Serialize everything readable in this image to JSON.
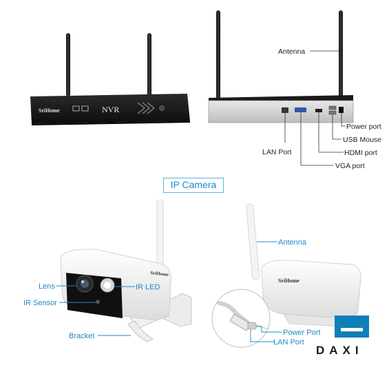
{
  "nvr_front": {
    "brand": "SriHome",
    "model": "NVR"
  },
  "nvr_back": {
    "labels": {
      "antenna": "Antenna",
      "power_port": "Power port",
      "usb_mouse": "USB Mouse",
      "hdmi_port": "HDMI port",
      "vga_port": "VGA port",
      "lan_port": "LAN Port"
    }
  },
  "section_title": "IP Camera",
  "camera_front": {
    "brand": "SriHome",
    "labels": {
      "lens": "Lens",
      "ir_led": "IR LED",
      "ir_sensor": "IR Sensor",
      "bracket": "Bracket"
    }
  },
  "camera_back": {
    "brand": "SriHome",
    "labels": {
      "antenna": "Antenna",
      "power_port": "Power Port",
      "lan_port": "LAN Port"
    }
  },
  "logo": {
    "text": "DAXI"
  },
  "colors": {
    "accent": "#1e88c8",
    "nvr_body": "#141414",
    "camera_body": "#f2f2f2",
    "logo": "#1a1a1a"
  }
}
